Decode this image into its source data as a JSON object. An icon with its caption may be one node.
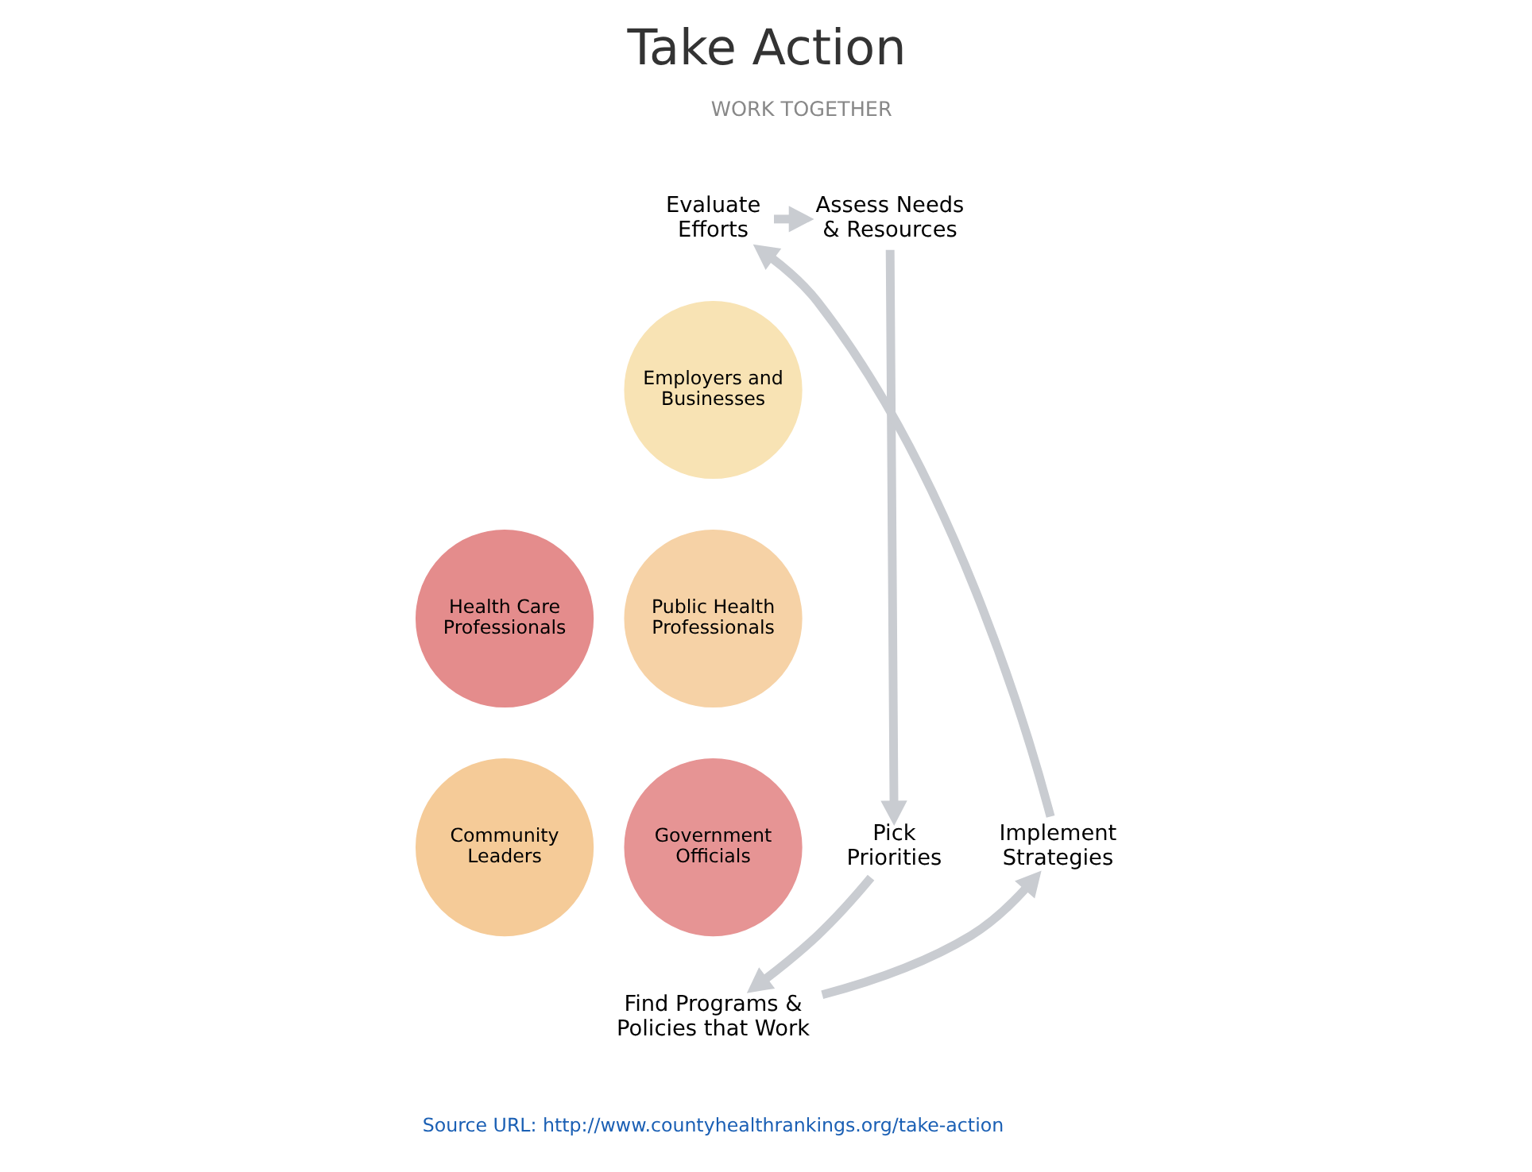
{
  "diagram": {
    "title": "Take Action",
    "caption": "Source URL: http://www.countyhealthrankings.org/take-action",
    "nodes": [
      {
        "text": [
          "Assess Needs & Resources"
        ]
      },
      {
        "text": [
          "Pick Priorities"
        ]
      },
      {
        "text": [
          "Find Programs & Policies that Work"
        ]
      },
      {
        "text": [
          "Implement Strategies"
        ]
      },
      {
        "text": [
          "Evaluate Efforts"
        ]
      },
      {
        "text": [
          "Employers and Businesses"
        ]
      },
      {
        "text": [
          "Public Health Professionals"
        ]
      },
      {
        "text": [
          "Health Care Professionals"
        ]
      },
      {
        "text": [
          "Government Officials"
        ]
      },
      {
        "text": [
          "Community Leaders"
        ]
      }
    ],
    "edges": [
      {
        "from": 4,
        "to": 0,
        "arrow": "to"
      },
      {
        "from": 0,
        "to": 1,
        "arrow": "to"
      },
      {
        "from": 1,
        "to": 2,
        "arrow": "to"
      },
      {
        "from": 2,
        "to": 3,
        "arrow": "to"
      },
      {
        "from": 3,
        "to": 4,
        "arrow": "to"
      }
    ],
    "labels": [
      "WORK TOGETHER"
    ]
  }
}
